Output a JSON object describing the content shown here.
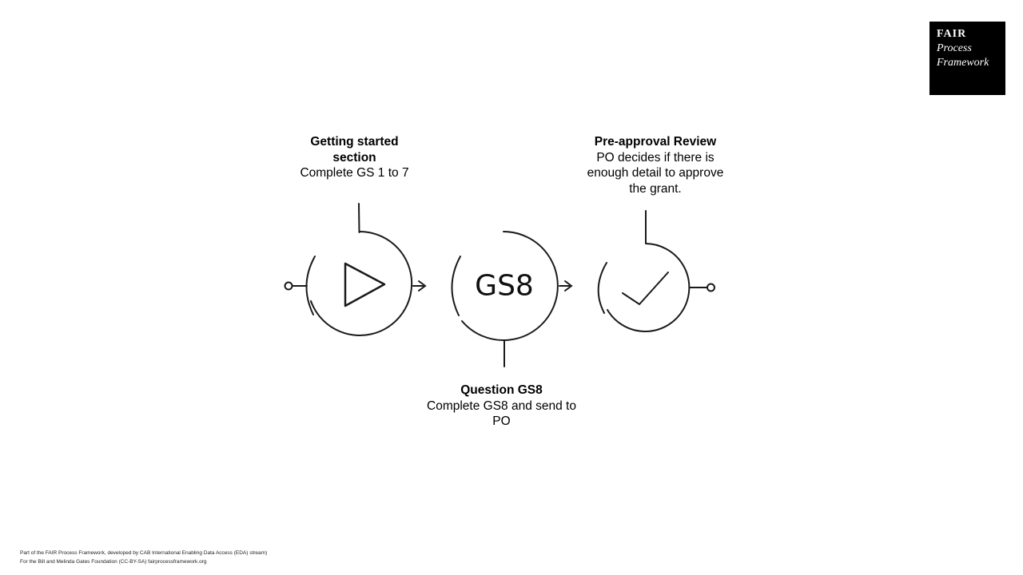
{
  "logo": {
    "title": "FAIR",
    "subtitle1": "Process",
    "subtitle2": "Framework"
  },
  "annotations": {
    "getting_started": {
      "title": "Getting started section",
      "body": "Complete GS 1 to 7"
    },
    "question_gs8": {
      "title": "Question GS8",
      "body": "Complete GS8 and send to PO"
    },
    "pre_approval": {
      "title": "Pre-approval Review",
      "body": "PO decides if there is enough detail to approve the grant."
    }
  },
  "diagram": {
    "task_label": "GS8",
    "nodes": [
      {
        "id": "getting-started",
        "icon": "play-icon"
      },
      {
        "id": "question-gs8",
        "label": "GS8"
      },
      {
        "id": "pre-approval-review",
        "icon": "check-icon"
      }
    ],
    "colors": {
      "stroke": "#1a1a1a",
      "background": "#ffffff",
      "logo_bg": "#000000",
      "logo_fg": "#ffffff"
    }
  },
  "footer": {
    "line1": "Part of the FAIR Process Framework, developed by CAB International Enabling Data Access (EDA) stream)",
    "line2": "For the Bill and Melinda Gates Foundation (CC-BY-SA) fairprocessframework.org"
  }
}
